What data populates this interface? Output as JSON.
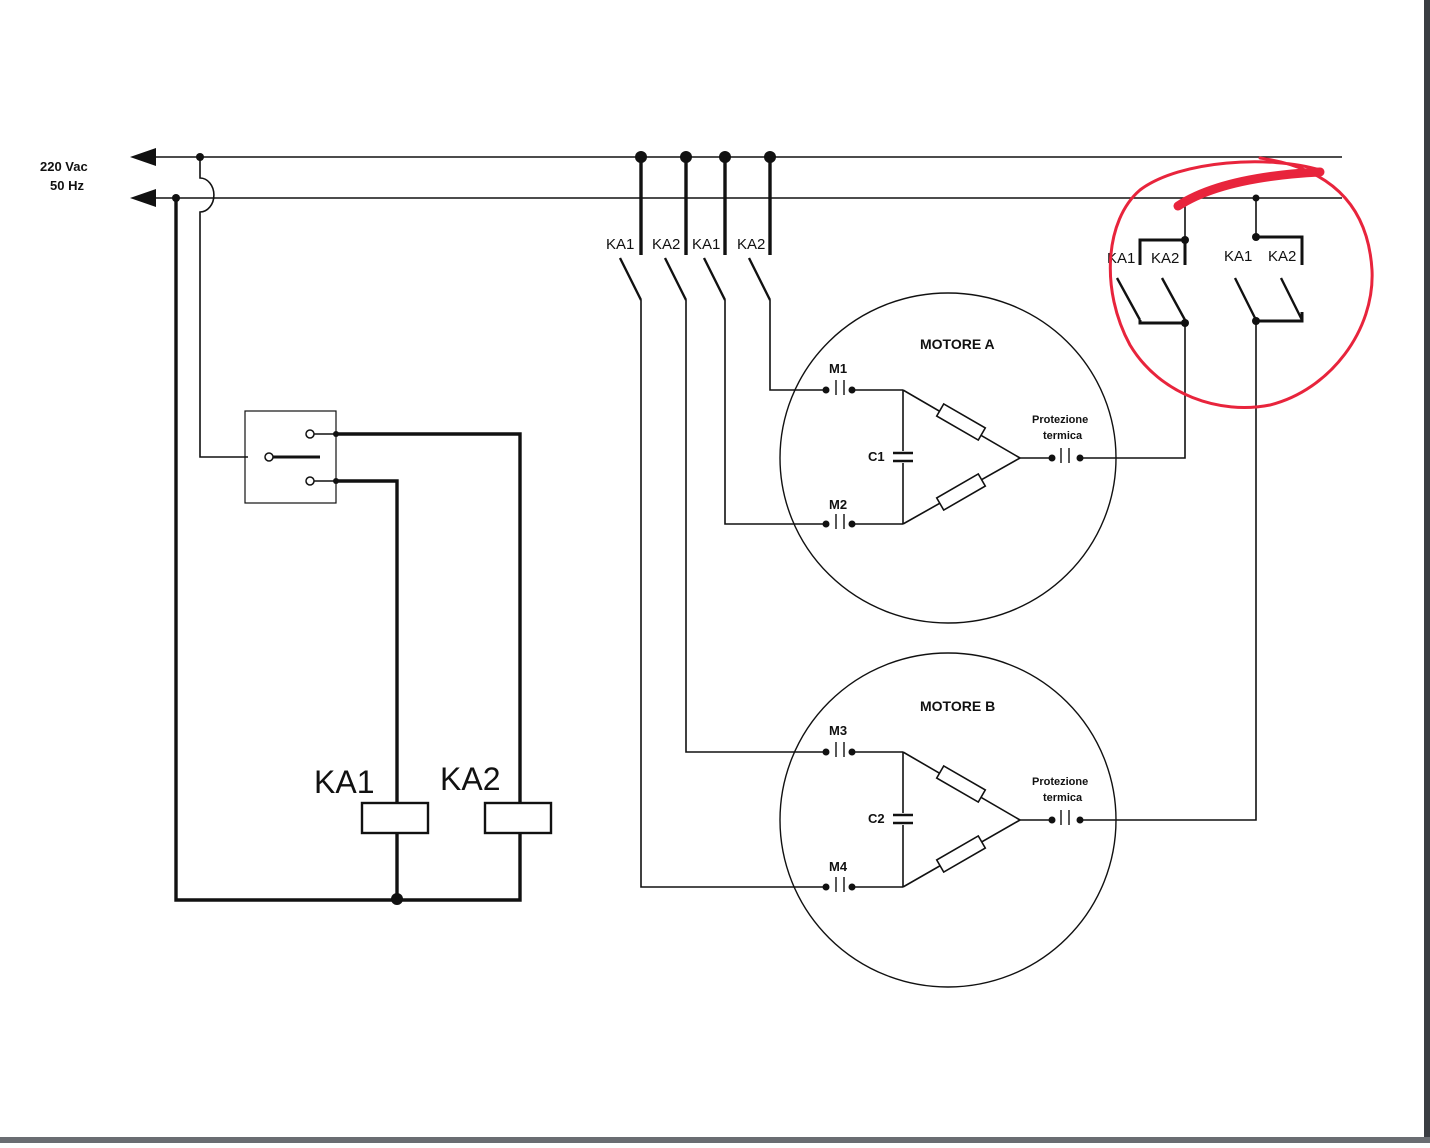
{
  "supply": {
    "voltage": "220 Vac",
    "frequency": "50 Hz"
  },
  "contacts_top": [
    "KA1",
    "KA2",
    "KA1",
    "KA2"
  ],
  "contacts_right_a": [
    "KA1",
    "KA2"
  ],
  "contacts_right_b": [
    "KA1",
    "KA2"
  ],
  "coils": [
    "KA1",
    "KA2"
  ],
  "motor_a": {
    "title": "MOTORE A",
    "terminals": [
      "M1",
      "M2"
    ],
    "capacitor": "C1",
    "protection": [
      "Protezione",
      "termica"
    ]
  },
  "motor_b": {
    "title": "MOTORE B",
    "terminals": [
      "M3",
      "M4"
    ],
    "capacitor": "C2",
    "protection": [
      "Protezione",
      "termica"
    ]
  },
  "annotation": {
    "color": "#e8243c",
    "shape": "circle"
  },
  "colors": {
    "wire": "#111111",
    "background": "#ffffff"
  }
}
